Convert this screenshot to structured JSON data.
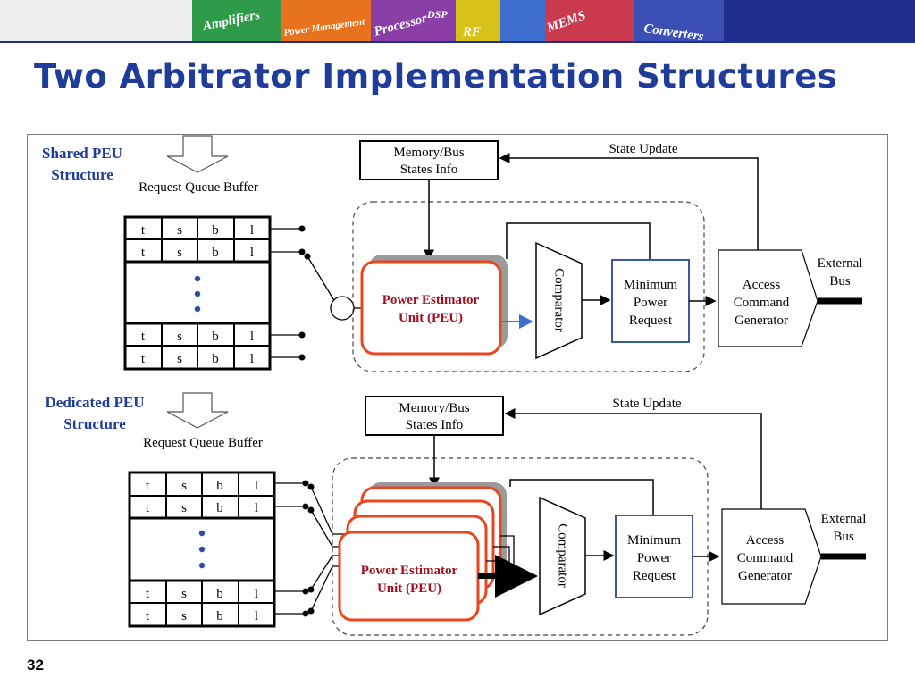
{
  "banner": {
    "labels": [
      "Amplifiers",
      "Power Management",
      "Processor",
      "DSP",
      "RF",
      "MEMS",
      "Converters"
    ],
    "colors": [
      "#e9e9e9",
      "#2f9a4a",
      "#e8731f",
      "#8a3fa6",
      "#3f6fd0",
      "#d8c21a",
      "#c93a4f",
      "#3b4fb5",
      "#1f2e8c"
    ]
  },
  "slide": {
    "title": "Two Arbitrator Implementation Structures",
    "page_number": "32"
  },
  "colors": {
    "title_blue": "#1f3c9a",
    "peu_border": "#e8461e",
    "peu_text": "#a01020",
    "min_power_border": "#3a5aa0"
  },
  "shared": {
    "label_line1": "Shared PEU",
    "label_line2": "Structure",
    "queue_label": "Request Queue Buffer",
    "row_cells": [
      "t",
      "s",
      "b",
      "l"
    ],
    "memory_line1": "Memory/Bus",
    "memory_line2": "States Info",
    "state_update": "State Update",
    "peu_line1": "Power Estimator",
    "peu_line2": "Unit (PEU)",
    "comparator": "Comparator",
    "min_line1": "Minimum",
    "min_line2": "Power",
    "min_line3": "Request",
    "acg_line1": "Access",
    "acg_line2": "Command",
    "acg_line3": "Generator",
    "ext_line1": "External",
    "ext_line2": "Bus"
  },
  "dedicated": {
    "label_line1": "Dedicated PEU",
    "label_line2": "Structure",
    "queue_label": "Request Queue Buffer",
    "row_cells": [
      "t",
      "s",
      "b",
      "l"
    ],
    "memory_line1": "Memory/Bus",
    "memory_line2": "States Info",
    "state_update": "State Update",
    "peu_line1": "Power Estimator",
    "peu_line2": "Unit (PEU)",
    "comparator": "Comparator",
    "min_line1": "Minimum",
    "min_line2": "Power",
    "min_line3": "Request",
    "acg_line1": "Access",
    "acg_line2": "Command",
    "acg_line3": "Generator",
    "ext_line1": "External",
    "ext_line2": "Bus"
  }
}
